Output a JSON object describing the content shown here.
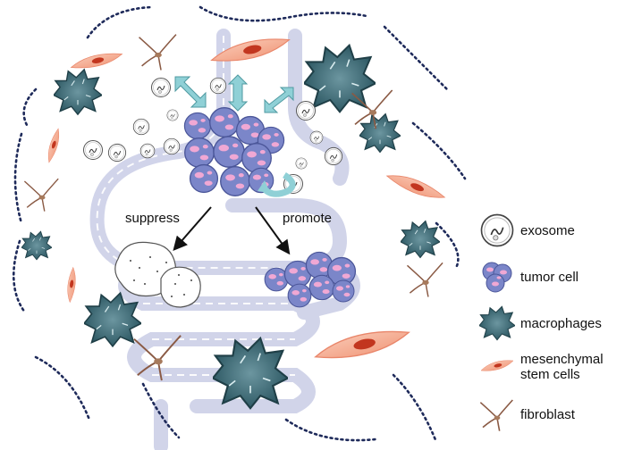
{
  "diagram": {
    "suppress_label": "suppress",
    "promote_label": "promote"
  },
  "legend": {
    "items": [
      {
        "icon": "exosome-icon",
        "label": "exosome"
      },
      {
        "icon": "tumor-cell-icon",
        "label": "tumor cell"
      },
      {
        "icon": "macrophage-icon",
        "label": "macrophages"
      },
      {
        "icon": "mesenchymal-stem-cell-icon",
        "label": "mesenchymal stem cells"
      },
      {
        "icon": "fibroblast-icon",
        "label": "fibroblast"
      }
    ]
  },
  "colors": {
    "gut": "#c9cde6",
    "dotted_boundary": "#1e2a5a",
    "macrophage": "#2f5e66",
    "msc": "#f3a98e",
    "msc_nucleus": "#c2361f",
    "fibroblast": "#8a5a44",
    "tumor_blue": "#7b86c9",
    "tumor_pink": "#f0a8d4",
    "double_arrow": "#8fd0d6"
  }
}
